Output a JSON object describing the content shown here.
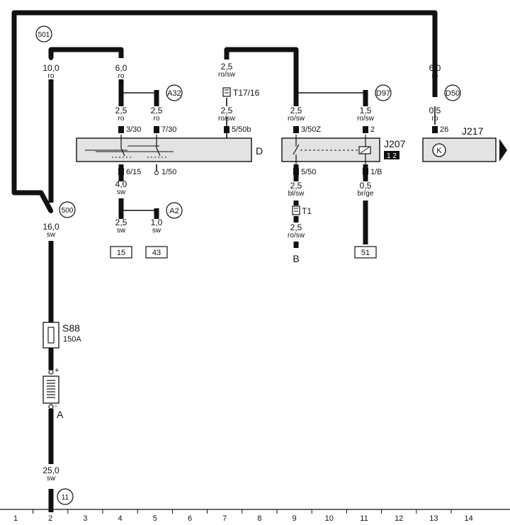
{
  "wires": [
    {
      "id": "w501",
      "size": "10,0",
      "color": "ro"
    },
    {
      "id": "w4top",
      "size": "6,0",
      "color": "ro"
    },
    {
      "id": "w7top",
      "size": "2,5",
      "color": "ro/sw"
    },
    {
      "id": "w13top",
      "size": "6,0",
      "color": "ro"
    },
    {
      "id": "w4a",
      "size": "2,5",
      "color": "ro"
    },
    {
      "id": "w5a",
      "size": "2,5",
      "color": "ro"
    },
    {
      "id": "w7a",
      "size": "2,5",
      "color": "ro/sw"
    },
    {
      "id": "w9a",
      "size": "2,5",
      "color": "ro/sw"
    },
    {
      "id": "w11a",
      "size": "1,5",
      "color": "ro/sw"
    },
    {
      "id": "w13a",
      "size": "0,5",
      "color": "ro"
    },
    {
      "id": "w4b",
      "size": "4,0",
      "color": "sw"
    },
    {
      "id": "w9b",
      "size": "2,5",
      "color": "bl/sw"
    },
    {
      "id": "w11b",
      "size": "0,5",
      "color": "br/ge"
    },
    {
      "id": "w500",
      "size": "16,0",
      "color": "sw"
    },
    {
      "id": "w4c",
      "size": "2,5",
      "color": "sw"
    },
    {
      "id": "w5c",
      "size": "1,0",
      "color": "sw"
    },
    {
      "id": "w9c",
      "size": "2,5",
      "color": "ro/sw"
    },
    {
      "id": "w25",
      "size": "25,0",
      "color": "sw"
    }
  ],
  "bubbles": {
    "b501": "501",
    "b500": "500",
    "bA32": "A32",
    "bD97": "D97",
    "bD50": "D50",
    "bA2": "A2",
    "b11": "11"
  },
  "pins": {
    "p3_30": "3/30",
    "p7_30": "7/30",
    "p5_50b": "5/50b",
    "p3_50Z": "3/50Z",
    "p2": "2",
    "p26": "26",
    "p6_15": "6/15",
    "p1_50": "1/50",
    "p5_50": "5/50",
    "p1_B": "1/B"
  },
  "connector_T17": "T17/16",
  "connector_T1": "T1",
  "components": {
    "D": "D",
    "J207": "J207",
    "J207_badge": "1 2",
    "J217": "J217",
    "J217_symbol": "K",
    "B": "B",
    "S88": "S88",
    "S88_rating": "150A",
    "battery": "A",
    "battery_plus": "+",
    "battery_minus": "-"
  },
  "terminals": {
    "t15": "15",
    "t43": "43",
    "t51": "51"
  },
  "ruler": [
    "1",
    "2",
    "3",
    "4",
    "5",
    "6",
    "7",
    "8",
    "9",
    "10",
    "11",
    "12",
    "13",
    "14"
  ]
}
